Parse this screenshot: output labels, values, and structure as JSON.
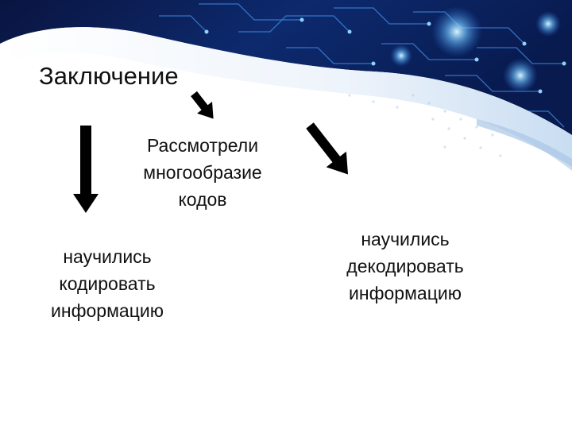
{
  "slide": {
    "title": "Заключение",
    "center_text": [
      "Рассмотрели",
      "многообразие",
      "кодов"
    ],
    "left_text": [
      "научились",
      "кодировать",
      "информацию"
    ],
    "right_text": [
      "научились",
      "декодировать",
      "информацию"
    ]
  },
  "colors": {
    "banner_dark": "#08123a",
    "banner_mid": "#123a8a",
    "wave_light": "#dbe8f6",
    "glow": "#7fd0ff",
    "arrow": "#000000",
    "text": "#111111"
  }
}
